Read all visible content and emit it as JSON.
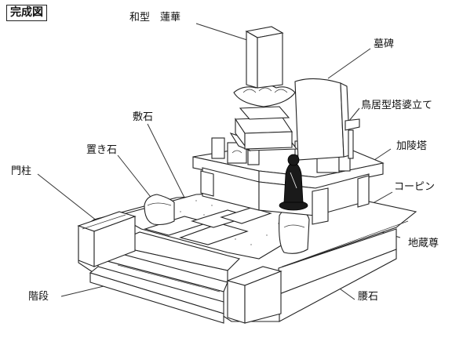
{
  "title": "完成図",
  "labels": {
    "wagata_renge": "和型　蓮華",
    "bohi": "墓碑",
    "torii": "鳥居型塔婆立て",
    "kaishikiishi": "敷石",
    "okiishi": "置き石",
    "kaden": "加陵塔",
    "monchu": "門柱",
    "kopin": "コーピン",
    "jizo": "地蔵尊",
    "kaidan": "階段",
    "koshiishi": "腰石"
  }
}
